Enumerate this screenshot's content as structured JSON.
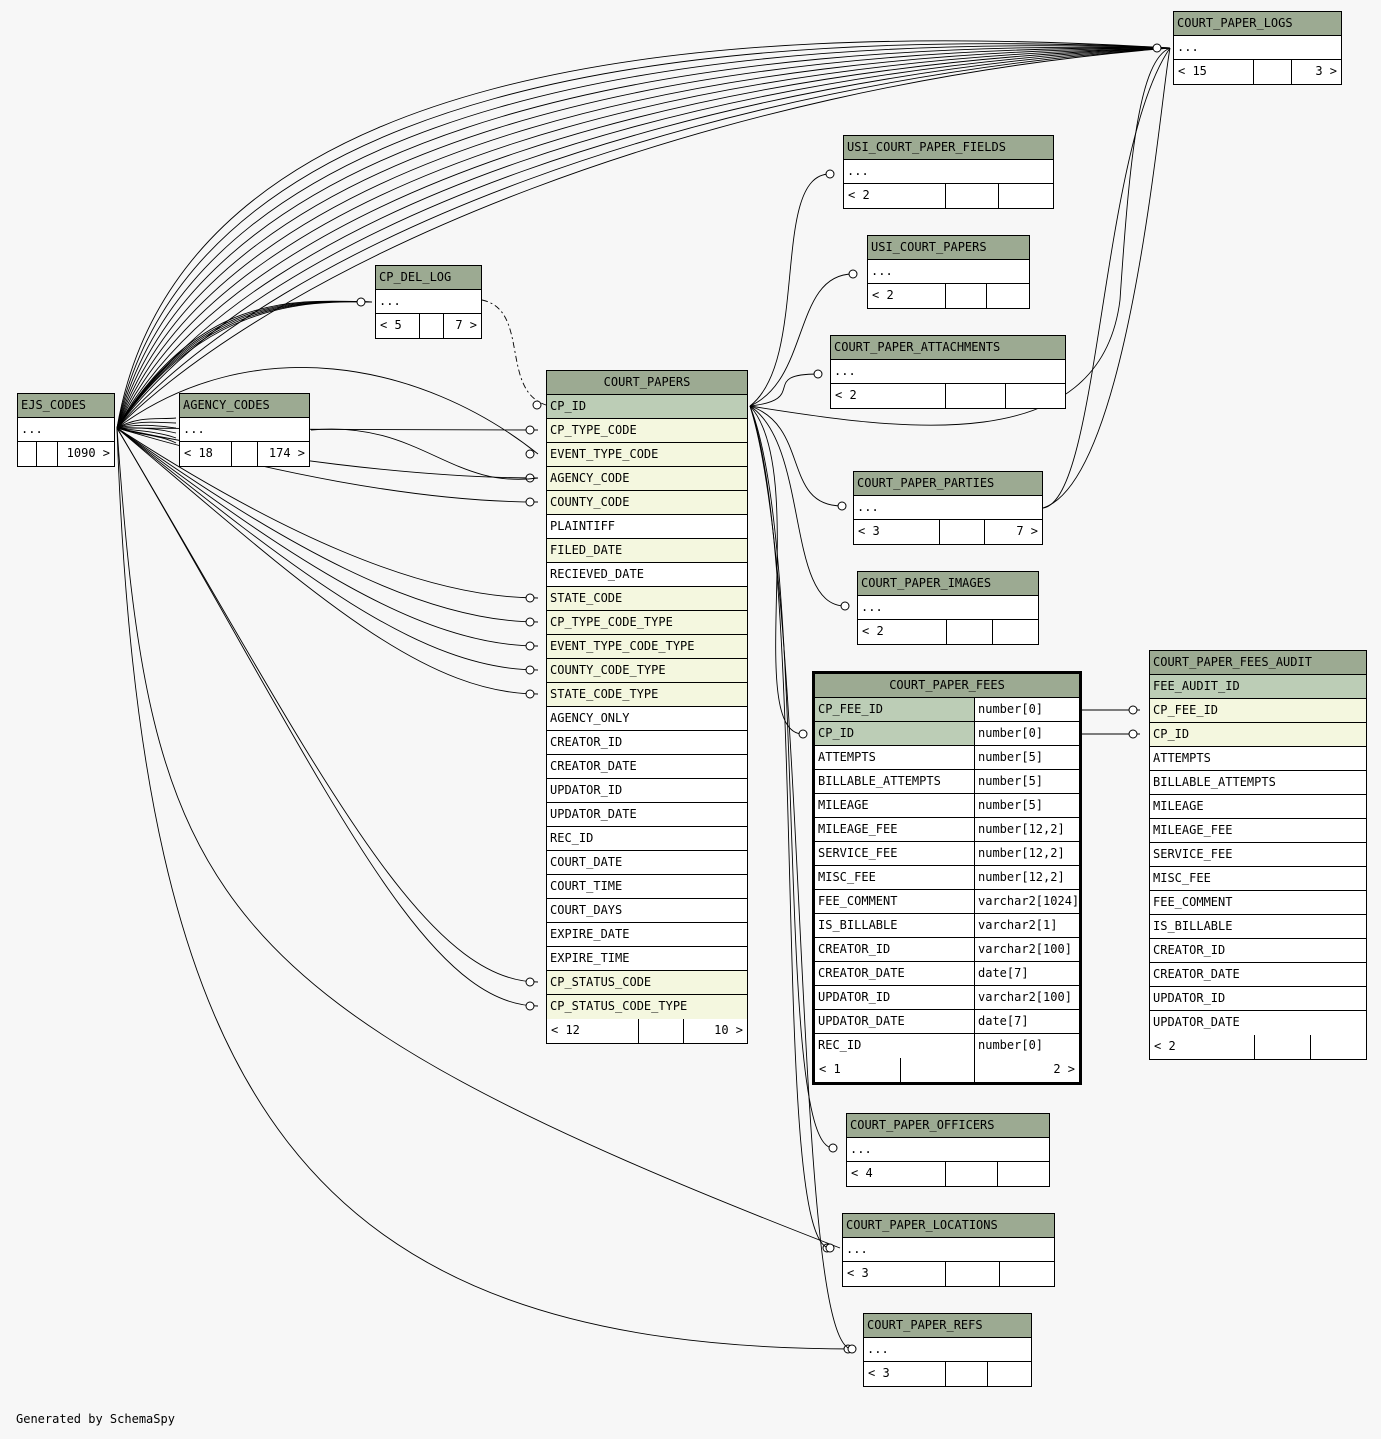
{
  "footer": "Generated by SchemaSpy",
  "ellipsis": "...",
  "tables": {
    "court_paper_logs": {
      "name": "COURT_PAPER_LOGS",
      "parents": "< 15",
      "children": "3 >"
    },
    "usi_court_paper_fields": {
      "name": "USI_COURT_PAPER_FIELDS",
      "parents": "< 2",
      "children": ""
    },
    "usi_court_papers": {
      "name": "USI_COURT_PAPERS",
      "parents": "< 2",
      "children": ""
    },
    "cp_del_log": {
      "name": "CP_DEL_LOG",
      "parents": "< 5",
      "children": "7 >"
    },
    "court_paper_attachments": {
      "name": "COURT_PAPER_ATTACHMENTS",
      "parents": "< 2",
      "children": ""
    },
    "ejs_codes": {
      "name": "EJS_CODES",
      "parents": "",
      "children": "1090 >"
    },
    "agency_codes": {
      "name": "AGENCY_CODES",
      "parents": "< 18",
      "children": "174 >"
    },
    "court_paper_parties": {
      "name": "COURT_PAPER_PARTIES",
      "parents": "< 3",
      "children": "7 >"
    },
    "court_paper_images": {
      "name": "COURT_PAPER_IMAGES",
      "parents": "< 2",
      "children": ""
    },
    "court_paper_officers": {
      "name": "COURT_PAPER_OFFICERS",
      "parents": "< 4",
      "children": ""
    },
    "court_paper_locations": {
      "name": "COURT_PAPER_LOCATIONS",
      "parents": "< 3",
      "children": ""
    },
    "court_paper_refs": {
      "name": "COURT_PAPER_REFS",
      "parents": "< 3",
      "children": ""
    },
    "court_papers": {
      "name": "COURT_PAPERS",
      "parents": "< 12",
      "children": "10 >",
      "columns": [
        {
          "name": "CP_ID",
          "kind": "pk"
        },
        {
          "name": "CP_TYPE_CODE",
          "kind": "fk"
        },
        {
          "name": "EVENT_TYPE_CODE",
          "kind": "fk"
        },
        {
          "name": "AGENCY_CODE",
          "kind": "fk"
        },
        {
          "name": "COUNTY_CODE",
          "kind": "fk"
        },
        {
          "name": "PLAINTIFF",
          "kind": ""
        },
        {
          "name": "FILED_DATE",
          "kind": "fk"
        },
        {
          "name": "RECIEVED_DATE",
          "kind": ""
        },
        {
          "name": "STATE_CODE",
          "kind": "fk"
        },
        {
          "name": "CP_TYPE_CODE_TYPE",
          "kind": "fk"
        },
        {
          "name": "EVENT_TYPE_CODE_TYPE",
          "kind": "fk"
        },
        {
          "name": "COUNTY_CODE_TYPE",
          "kind": "fk"
        },
        {
          "name": "STATE_CODE_TYPE",
          "kind": "fk"
        },
        {
          "name": "AGENCY_ONLY",
          "kind": ""
        },
        {
          "name": "CREATOR_ID",
          "kind": ""
        },
        {
          "name": "CREATOR_DATE",
          "kind": ""
        },
        {
          "name": "UPDATOR_ID",
          "kind": ""
        },
        {
          "name": "UPDATOR_DATE",
          "kind": ""
        },
        {
          "name": "REC_ID",
          "kind": ""
        },
        {
          "name": "COURT_DATE",
          "kind": ""
        },
        {
          "name": "COURT_TIME",
          "kind": ""
        },
        {
          "name": "COURT_DAYS",
          "kind": ""
        },
        {
          "name": "EXPIRE_DATE",
          "kind": ""
        },
        {
          "name": "EXPIRE_TIME",
          "kind": ""
        },
        {
          "name": "CP_STATUS_CODE",
          "kind": "fk"
        },
        {
          "name": "CP_STATUS_CODE_TYPE",
          "kind": "fk"
        }
      ]
    },
    "court_paper_fees": {
      "name": "COURT_PAPER_FEES",
      "parents": "< 1",
      "children": "2 >",
      "columns": [
        {
          "name": "CP_FEE_ID",
          "type": "number[0]",
          "kind": "pk"
        },
        {
          "name": "CP_ID",
          "type": "number[0]",
          "kind": "pk"
        },
        {
          "name": "ATTEMPTS",
          "type": "number[5]",
          "kind": ""
        },
        {
          "name": "BILLABLE_ATTEMPTS",
          "type": "number[5]",
          "kind": ""
        },
        {
          "name": "MILEAGE",
          "type": "number[5]",
          "kind": ""
        },
        {
          "name": "MILEAGE_FEE",
          "type": "number[12,2]",
          "kind": ""
        },
        {
          "name": "SERVICE_FEE",
          "type": "number[12,2]",
          "kind": ""
        },
        {
          "name": "MISC_FEE",
          "type": "number[12,2]",
          "kind": ""
        },
        {
          "name": "FEE_COMMENT",
          "type": "varchar2[1024]",
          "kind": ""
        },
        {
          "name": "IS_BILLABLE",
          "type": "varchar2[1]",
          "kind": ""
        },
        {
          "name": "CREATOR_ID",
          "type": "varchar2[100]",
          "kind": ""
        },
        {
          "name": "CREATOR_DATE",
          "type": "date[7]",
          "kind": ""
        },
        {
          "name": "UPDATOR_ID",
          "type": "varchar2[100]",
          "kind": ""
        },
        {
          "name": "UPDATOR_DATE",
          "type": "date[7]",
          "kind": ""
        },
        {
          "name": "REC_ID",
          "type": "number[0]",
          "kind": ""
        }
      ]
    },
    "court_paper_fees_audit": {
      "name": "COURT_PAPER_FEES_AUDIT",
      "parents": "< 2",
      "children": "",
      "columns": [
        {
          "name": "FEE_AUDIT_ID",
          "kind": "pk"
        },
        {
          "name": "CP_FEE_ID",
          "kind": "fk"
        },
        {
          "name": "CP_ID",
          "kind": "fk"
        },
        {
          "name": "ATTEMPTS",
          "kind": ""
        },
        {
          "name": "BILLABLE_ATTEMPTS",
          "kind": ""
        },
        {
          "name": "MILEAGE",
          "kind": ""
        },
        {
          "name": "MILEAGE_FEE",
          "kind": ""
        },
        {
          "name": "SERVICE_FEE",
          "kind": ""
        },
        {
          "name": "MISC_FEE",
          "kind": ""
        },
        {
          "name": "FEE_COMMENT",
          "kind": ""
        },
        {
          "name": "IS_BILLABLE",
          "kind": ""
        },
        {
          "name": "CREATOR_ID",
          "kind": ""
        },
        {
          "name": "CREATOR_DATE",
          "kind": ""
        },
        {
          "name": "UPDATOR_ID",
          "kind": ""
        },
        {
          "name": "UPDATOR_DATE",
          "kind": ""
        }
      ]
    }
  }
}
